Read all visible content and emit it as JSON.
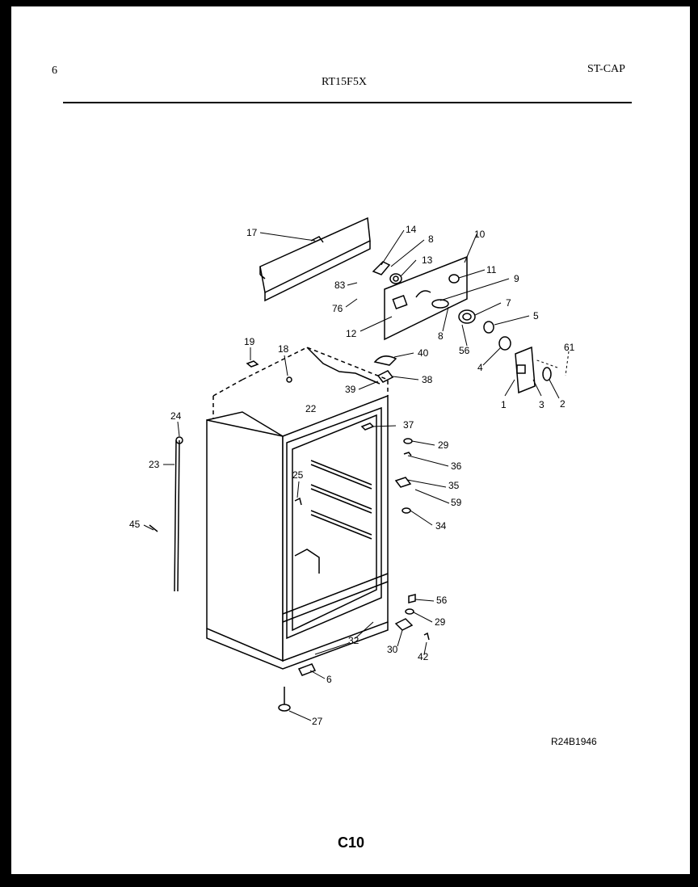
{
  "header": {
    "page_number": "6",
    "model": "RT15F5X",
    "section": "ST-CAP"
  },
  "footer": {
    "drawing_code": "R24B1946",
    "page_code": "C10"
  },
  "callouts": [
    {
      "id": "17",
      "label": "17"
    },
    {
      "id": "14",
      "label": "14"
    },
    {
      "id": "8a",
      "label": "8"
    },
    {
      "id": "10",
      "label": "10"
    },
    {
      "id": "13",
      "label": "13"
    },
    {
      "id": "11",
      "label": "11"
    },
    {
      "id": "9",
      "label": "9"
    },
    {
      "id": "83",
      "label": "83"
    },
    {
      "id": "76",
      "label": "76"
    },
    {
      "id": "7",
      "label": "7"
    },
    {
      "id": "5",
      "label": "5"
    },
    {
      "id": "8b",
      "label": "8"
    },
    {
      "id": "12",
      "label": "12"
    },
    {
      "id": "56a",
      "label": "56"
    },
    {
      "id": "4",
      "label": "4"
    },
    {
      "id": "61",
      "label": "61"
    },
    {
      "id": "19",
      "label": "19"
    },
    {
      "id": "18",
      "label": "18"
    },
    {
      "id": "40",
      "label": "40"
    },
    {
      "id": "38",
      "label": "38"
    },
    {
      "id": "39",
      "label": "39"
    },
    {
      "id": "1",
      "label": "1"
    },
    {
      "id": "3",
      "label": "3"
    },
    {
      "id": "2",
      "label": "2"
    },
    {
      "id": "24",
      "label": "24"
    },
    {
      "id": "22",
      "label": "22"
    },
    {
      "id": "37",
      "label": "37"
    },
    {
      "id": "29a",
      "label": "29"
    },
    {
      "id": "36",
      "label": "36"
    },
    {
      "id": "23",
      "label": "23"
    },
    {
      "id": "25",
      "label": "25"
    },
    {
      "id": "35",
      "label": "35"
    },
    {
      "id": "59",
      "label": "59"
    },
    {
      "id": "45",
      "label": "45"
    },
    {
      "id": "34",
      "label": "34"
    },
    {
      "id": "56b",
      "label": "56"
    },
    {
      "id": "29b",
      "label": "29"
    },
    {
      "id": "30",
      "label": "30"
    },
    {
      "id": "42",
      "label": "42"
    },
    {
      "id": "32",
      "label": "32"
    },
    {
      "id": "6",
      "label": "6"
    },
    {
      "id": "27",
      "label": "27"
    }
  ]
}
